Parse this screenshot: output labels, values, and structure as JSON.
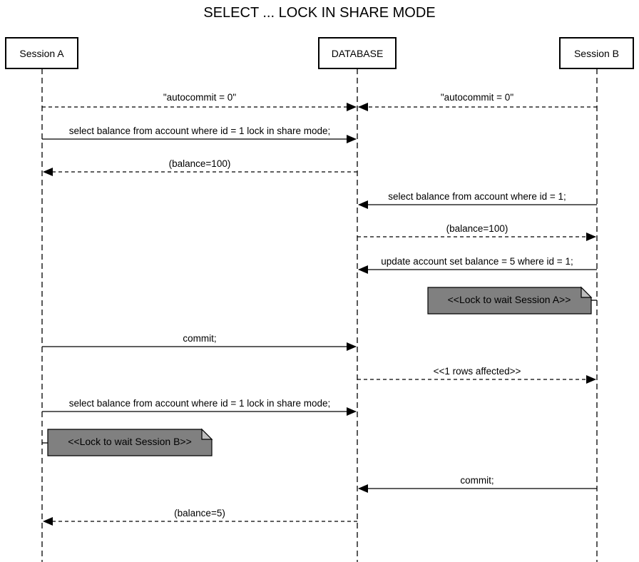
{
  "diagram": {
    "title": "SELECT ... LOCK IN SHARE MODE",
    "participants": [
      {
        "id": "A",
        "label": "Session A"
      },
      {
        "id": "DB",
        "label": "DATABASE"
      },
      {
        "id": "B",
        "label": "Session B"
      }
    ],
    "messages": [
      {
        "from": "A",
        "to": "DB",
        "style": "dashed",
        "label": "\"autocommit = 0\""
      },
      {
        "from": "B",
        "to": "DB",
        "style": "dashed",
        "label": "\"autocommit = 0\""
      },
      {
        "from": "A",
        "to": "DB",
        "style": "solid",
        "label": "select balance from account where id = 1 lock in share mode;"
      },
      {
        "from": "DB",
        "to": "A",
        "style": "dashed",
        "label": "(balance=100)"
      },
      {
        "from": "B",
        "to": "DB",
        "style": "solid",
        "label": "select balance from account where id = 1;"
      },
      {
        "from": "DB",
        "to": "B",
        "style": "dashed",
        "label": "(balance=100)"
      },
      {
        "from": "B",
        "to": "DB",
        "style": "solid",
        "label": "update account set balance = 5 where id = 1;"
      },
      {
        "from": "A",
        "to": "DB",
        "style": "solid",
        "label": "commit;"
      },
      {
        "from": "DB",
        "to": "B",
        "style": "dashed",
        "label": "<<1 rows affected>>"
      },
      {
        "from": "A",
        "to": "DB",
        "style": "solid",
        "label": "select balance from account where id = 1 lock in share mode;"
      },
      {
        "from": "B",
        "to": "DB",
        "style": "solid",
        "label": "commit;"
      },
      {
        "from": "DB",
        "to": "A",
        "style": "dashed",
        "label": "(balance=5)"
      }
    ],
    "notes": [
      {
        "attached_to": "B",
        "text": "<<Lock to wait Session A>>"
      },
      {
        "attached_to": "A",
        "text": "<<Lock to wait Session B>>"
      }
    ]
  }
}
